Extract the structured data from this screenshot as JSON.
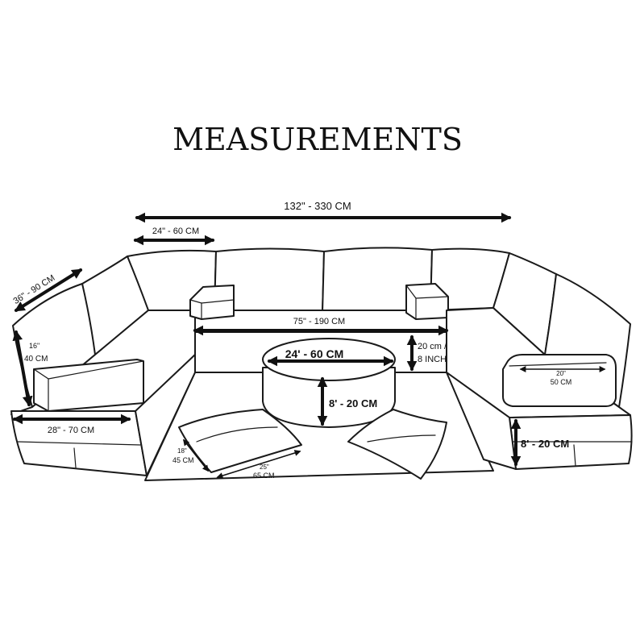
{
  "title": "MEASUREMENTS",
  "dimensions": {
    "overall_width": "132\" - 330 CM",
    "back_cushion_width": "24\" - 60 CM",
    "side_depth": "36\" - 90 CM",
    "armrest_height_inch": "16\"",
    "armrest_height_cm": "40 CM",
    "seat_depth": "28\" - 70 CM",
    "center_section_width": "75\" - 190 CM",
    "seat_height_cm": "20 cm /",
    "seat_height_inch": "8 INCH",
    "pouf_diameter": "24' - 60 CM",
    "pouf_height": "8' - 20 CM",
    "floor_cushion_side_inch": "18\"",
    "floor_cushion_side_cm": "45 CM",
    "floor_cushion_width_inch": "25\"",
    "floor_cushion_width_cm": "65 CM",
    "bolster_length_inch": "20\"",
    "bolster_length_cm": "50 CM",
    "base_height": "8' - 20 CM"
  },
  "colors": {
    "line": "#1a1a1a",
    "background": "#ffffff"
  }
}
